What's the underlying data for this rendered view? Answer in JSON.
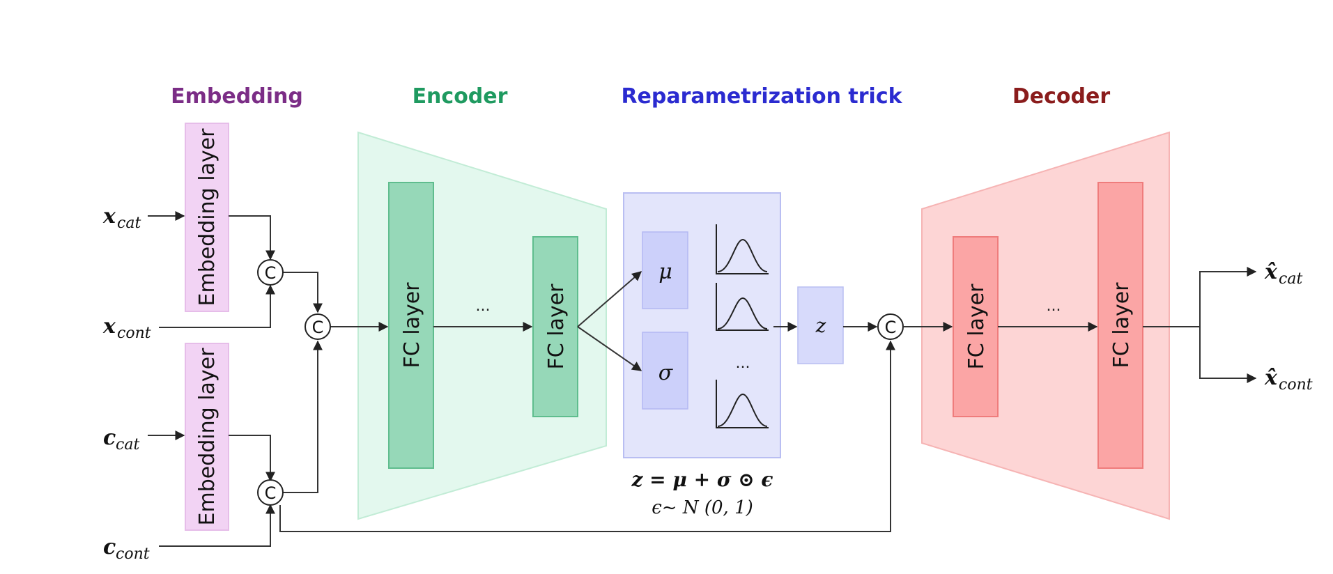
{
  "sections": {
    "embedding": "Embedding",
    "encoder": "Encoder",
    "reparam": "Reparametrization trick",
    "decoder": "Decoder"
  },
  "colors": {
    "embedding": "#7b2d86",
    "encoder": "#1f9a60",
    "reparam": "#2b2bd0",
    "decoder": "#8a1c1c"
  },
  "inputs": {
    "x_cat": {
      "base": "x",
      "sub": "cat"
    },
    "x_cont": {
      "base": "x",
      "sub": "cont"
    },
    "c_cat": {
      "base": "c",
      "sub": "cat"
    },
    "c_cont": {
      "base": "c",
      "sub": "cont"
    }
  },
  "outputs": {
    "x_cat": {
      "base": "x̂",
      "sub": "cat"
    },
    "x_cont": {
      "base": "x̂",
      "sub": "cont"
    }
  },
  "embedding_label": "Embedding layer",
  "fc_label": "FC layer",
  "concat_symbol": "C",
  "ellipsis": "...",
  "mu": "μ",
  "sigma": "σ",
  "z": "z",
  "equation": "z = μ + σ ⊙ ϵ",
  "noise": "ϵ~ N (0, 1)"
}
